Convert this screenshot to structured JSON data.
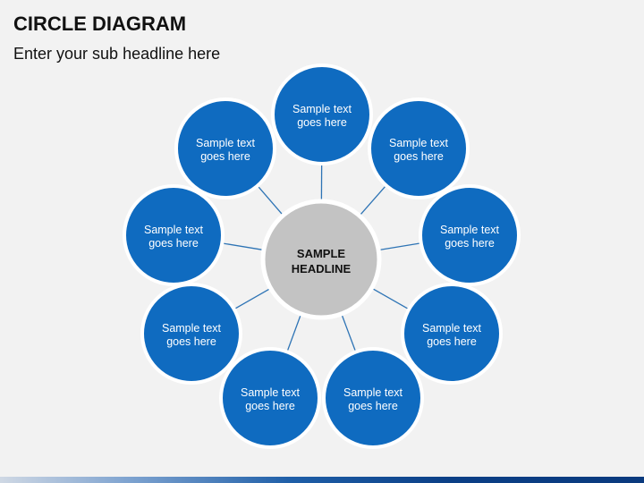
{
  "header": {
    "title": "CIRCLE DIAGRAM",
    "subtitle": "Enter your sub headline here"
  },
  "center": {
    "lines": [
      "SAMPLE",
      "HEADLINE"
    ]
  },
  "nodes": [
    {
      "lines": [
        "Sample text",
        "goes here"
      ]
    },
    {
      "lines": [
        "Sample text",
        "goes here"
      ]
    },
    {
      "lines": [
        "Sample text",
        "goes here"
      ]
    },
    {
      "lines": [
        "Sample text",
        "goes here"
      ]
    },
    {
      "lines": [
        "Sample text",
        "goes here"
      ]
    },
    {
      "lines": [
        "Sample text",
        "goes here"
      ]
    },
    {
      "lines": [
        "Sample text",
        "goes here"
      ]
    },
    {
      "lines": [
        "Sample text",
        "goes here"
      ]
    },
    {
      "lines": [
        "Sample text",
        "goes here"
      ]
    }
  ],
  "colors": {
    "node": "#0f6bc0",
    "center": "#c3c3c3",
    "connector": "#2e74b5"
  }
}
